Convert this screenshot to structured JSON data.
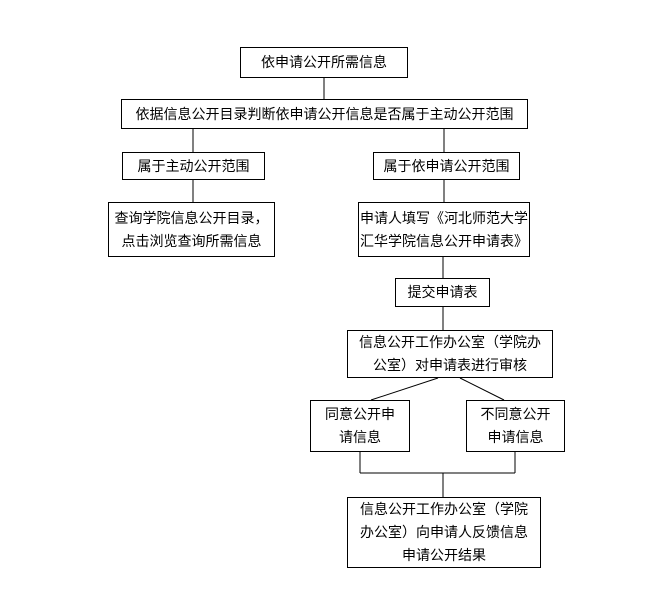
{
  "diagram": {
    "title_semantic": "information-disclosure-application-flowchart",
    "colors": {
      "background": "#ffffff",
      "node_fill": "#ffffff",
      "node_border": "#000000",
      "text": "#000000",
      "line": "#000000"
    },
    "nodes": {
      "n1": {
        "lines": [
          "依申请公开所需信息"
        ]
      },
      "n2": {
        "lines": [
          "依据信息公开目录判断依申请公开信息是否属于主动公开范围"
        ]
      },
      "n3": {
        "lines": [
          "属于主动公开范围"
        ]
      },
      "n4": {
        "lines": [
          "属于依申请公开范围"
        ]
      },
      "n5": {
        "lines": [
          "查询学院信息公开目录，",
          "点击浏览查询所需信息"
        ]
      },
      "n6": {
        "lines": [
          "申请人填写《河北师范大学",
          "汇华学院信息公开申请表》"
        ]
      },
      "n7": {
        "lines": [
          "提交申请表"
        ]
      },
      "n8": {
        "lines": [
          "信息公开工作办公室（学院办",
          "公室）对申请表进行审核"
        ]
      },
      "n9": {
        "lines": [
          "同意公开申",
          "请信息"
        ]
      },
      "n10": {
        "lines": [
          "不同意公开",
          "申请信息"
        ]
      },
      "n11": {
        "lines": [
          "信息公开工作办公室（学院",
          "办公室）向申请人反馈信息",
          "申请公开结果"
        ]
      }
    },
    "edges": [
      "n1->n2",
      "n2->n3",
      "n2->n4",
      "n3->n5",
      "n4->n6",
      "n6->n7",
      "n7->n8",
      "n8->n9",
      "n8->n10",
      "n9->n11",
      "n10->n11"
    ]
  }
}
